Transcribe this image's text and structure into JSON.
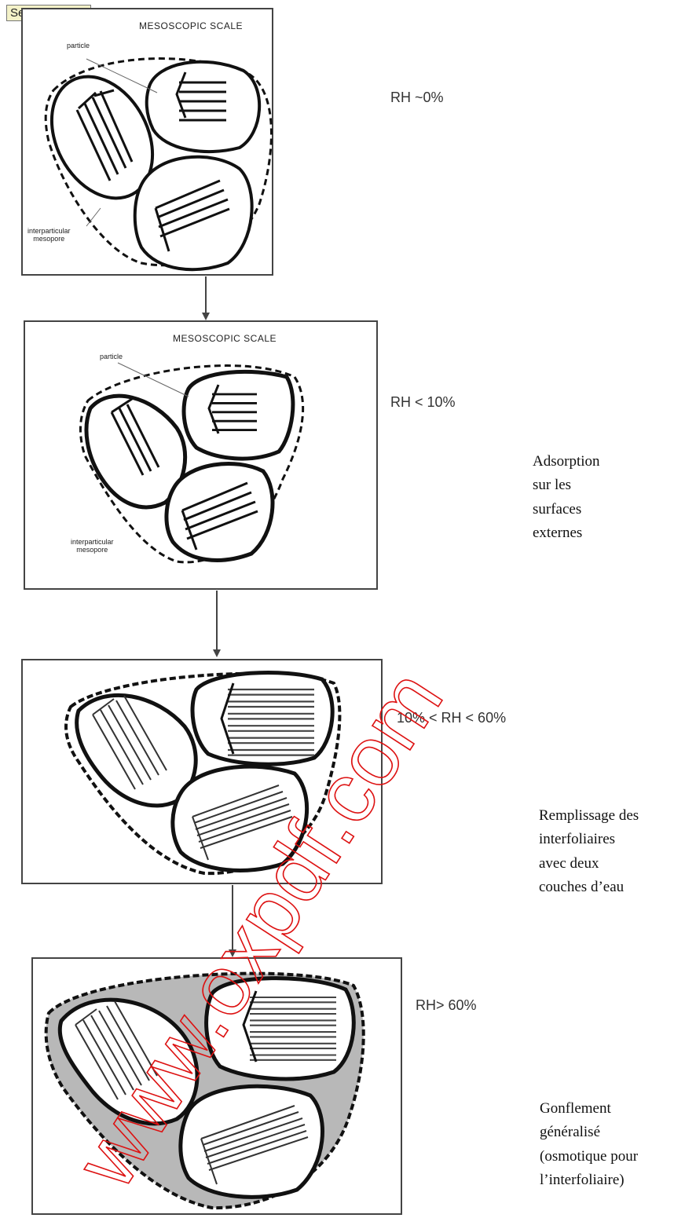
{
  "toolbar": {
    "select_zoom_label": "Select & Zoom"
  },
  "panels": [
    {
      "title": "MESOSCOPIC SCALE",
      "particle_label": "particle",
      "pore_label_1": "interparticular",
      "pore_label_2": "mesopore",
      "rh": "RH ~0%"
    },
    {
      "title": "MESOSCOPIC SCALE",
      "particle_label": "particle",
      "pore_label_1": "interparticular",
      "pore_label_2": "mesopore",
      "rh": "RH < 10%"
    },
    {
      "rh": "10% < RH < 60%"
    },
    {
      "rh": "RH> 60%"
    }
  ],
  "notes": [
    "Adsorption\nsur les\nsurfaces\nexternes",
    "Remplissage des\ninterfoliaires\navec deux\ncouches d’eau",
    "Gonflement\ngénéralisé\n(osmotique pour\nl’interfoliaire)"
  ],
  "watermark": "www.oxpdf.com"
}
